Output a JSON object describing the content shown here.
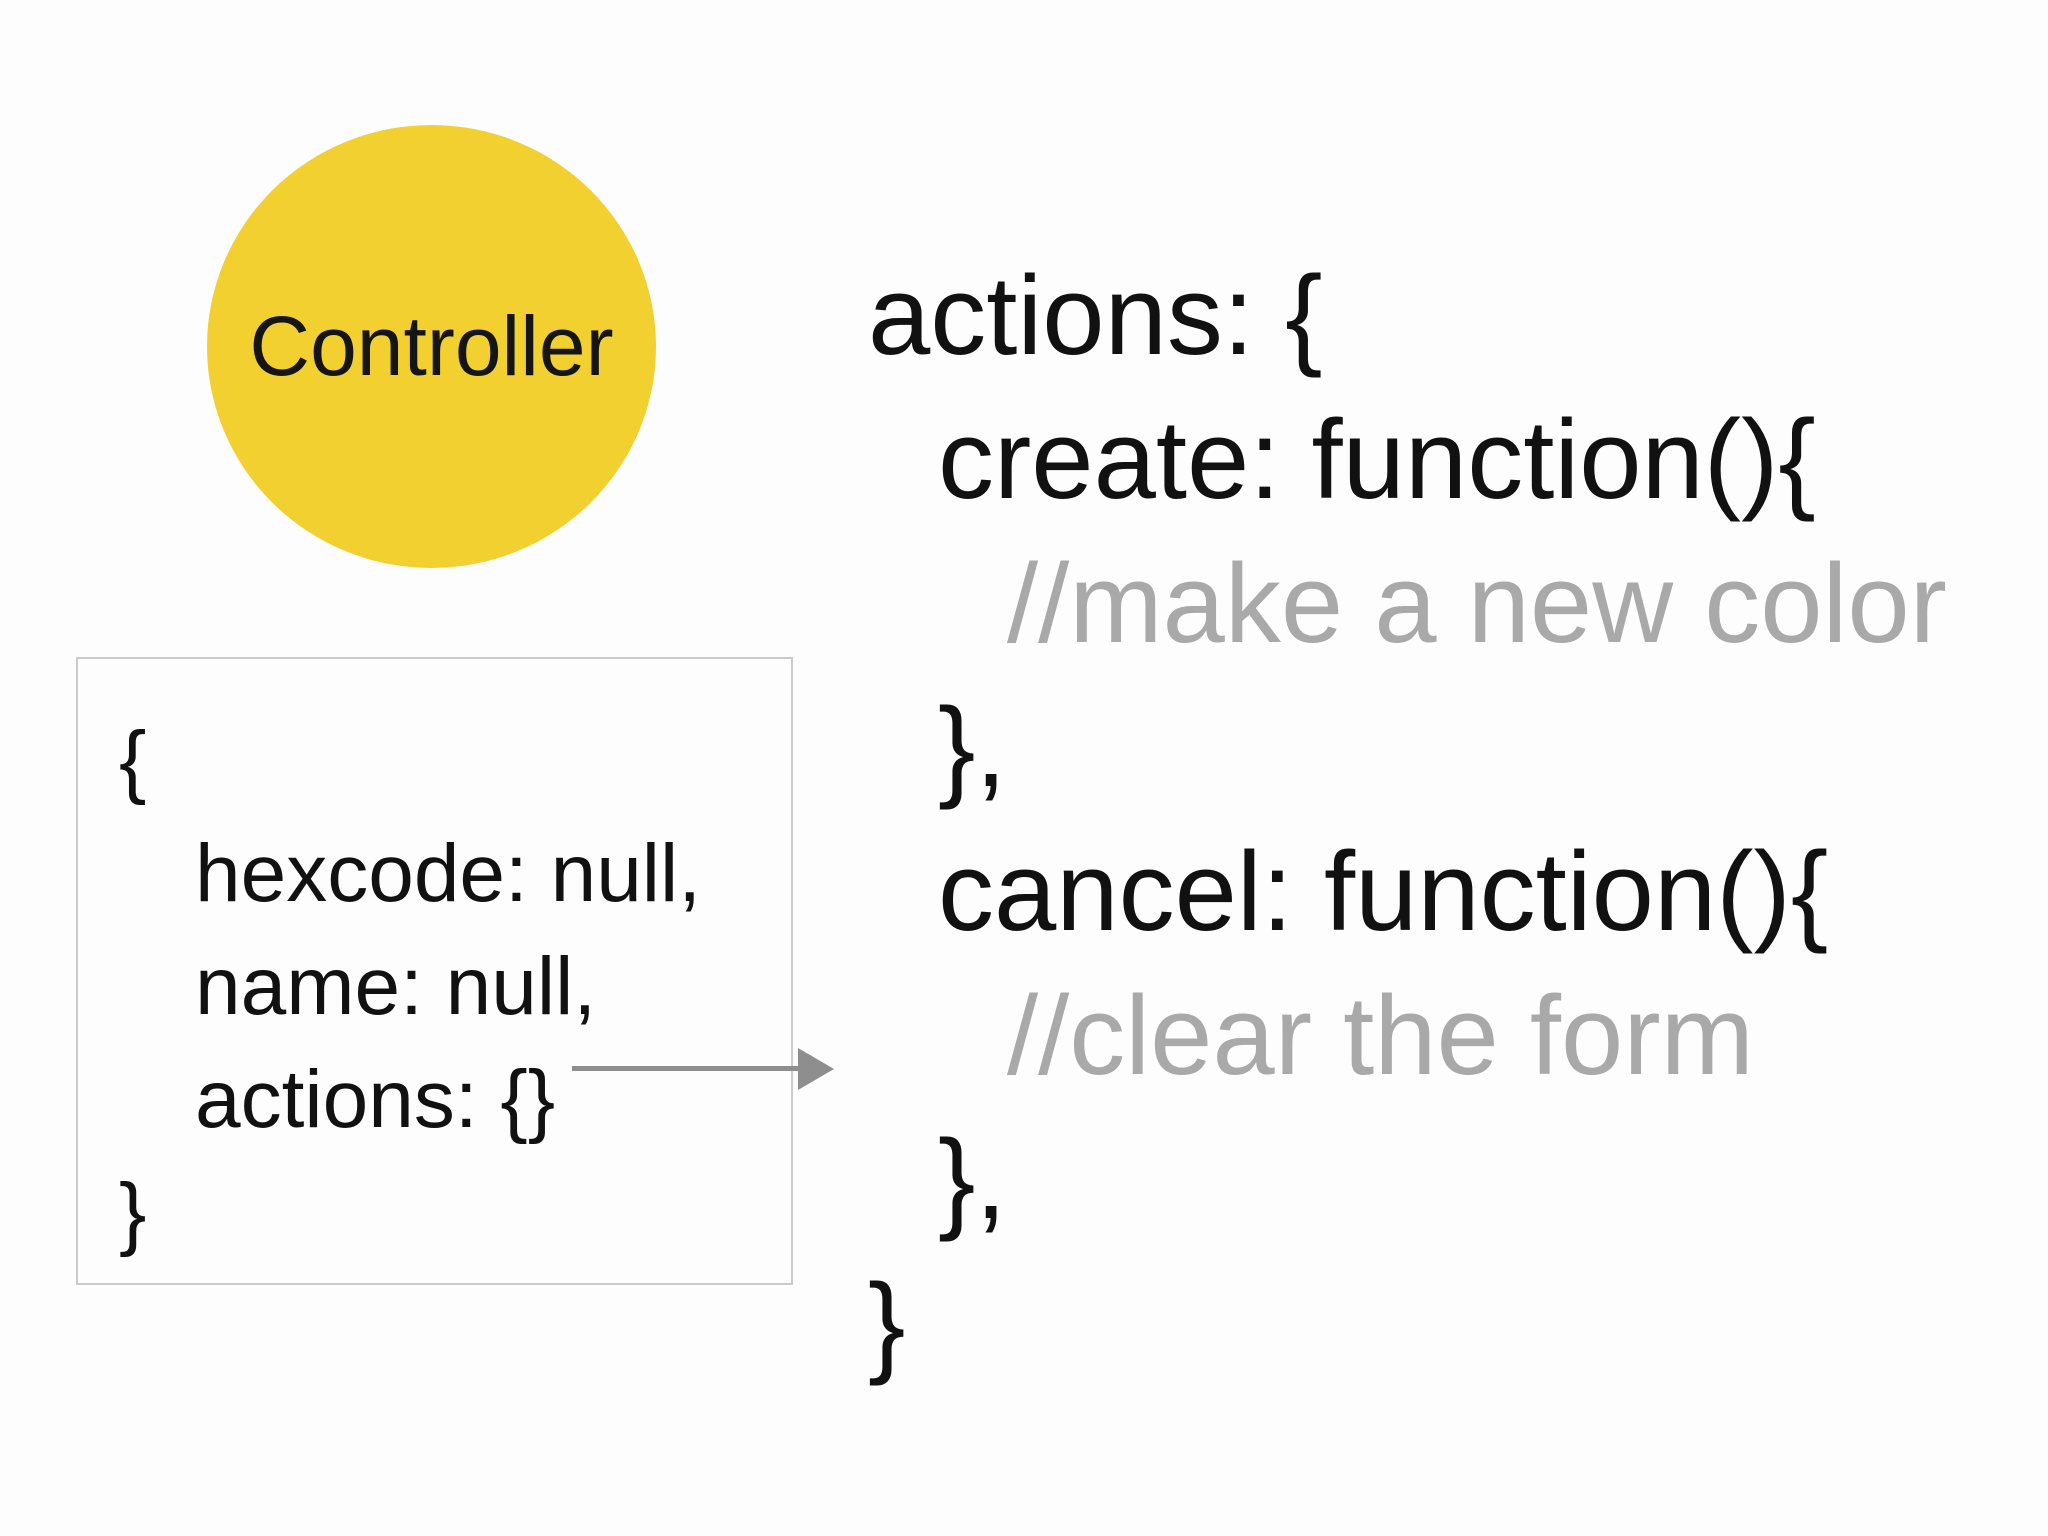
{
  "slide": {
    "background_color": "#fdfdfd"
  },
  "controller": {
    "label": "Controller",
    "fill_color": "#f2d030",
    "label_color": "#151515"
  },
  "model_box": {
    "border_color": "#cbcbcb",
    "text_color": "#111111",
    "lines": [
      "{",
      "hexcode: null,",
      "name: null,",
      "actions: {}",
      "}"
    ]
  },
  "arrow": {
    "color": "#8e8e8e",
    "direction": "right"
  },
  "code": {
    "text_color": "#111111",
    "comment_color": "#a9a9a9",
    "lines": [
      "actions: {",
      "create: function(){",
      "//make a new color",
      "},",
      "cancel: function(){",
      "//clear the form",
      "},",
      "}"
    ]
  }
}
